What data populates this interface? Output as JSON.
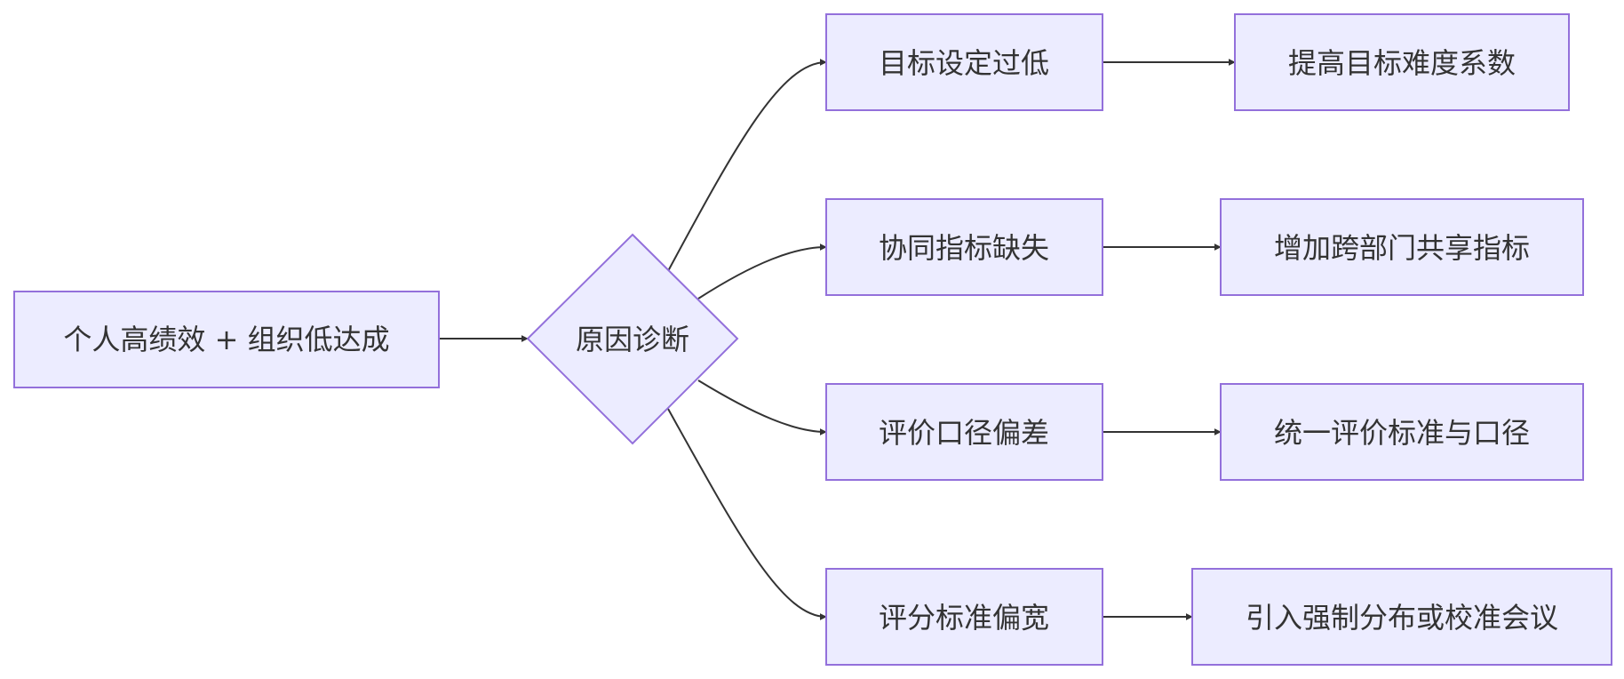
{
  "diagram": {
    "start": "个人高绩效 + 组织低达成",
    "decision": "原因诊断",
    "causes": [
      "目标设定过低",
      "协同指标缺失",
      "评价口径偏差",
      "评分标准偏宽"
    ],
    "actions": [
      "提高目标难度系数",
      "增加跨部门共享指标",
      "统一评价标准与口径",
      "引入强制分布或校准会议"
    ]
  },
  "colors": {
    "node_fill": "#ECECFF",
    "node_stroke": "#9370DB",
    "edge": "#333333",
    "text": "#333333"
  }
}
